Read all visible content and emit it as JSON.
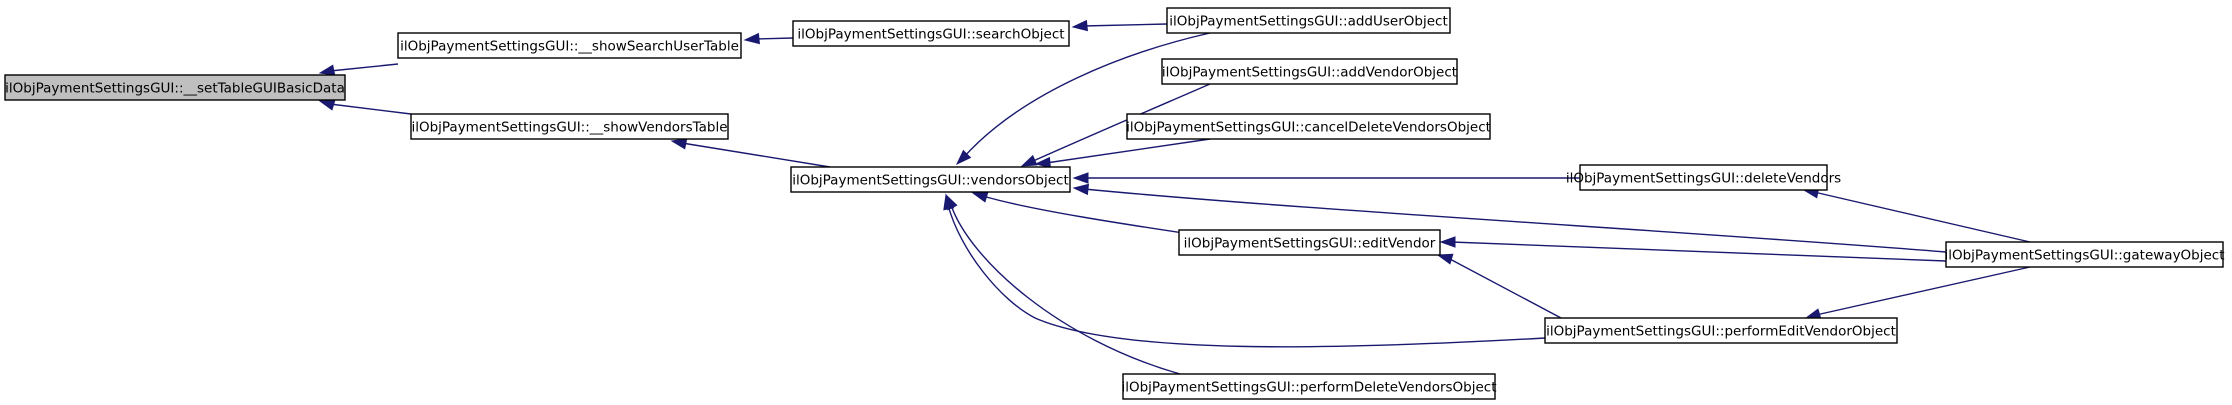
{
  "graph": {
    "nodes": [
      {
        "id": "setTableGUIBasicData",
        "label": "ilObjPaymentSettingsGUI::__setTableGUIBasicData",
        "root": true
      },
      {
        "id": "showSearchUserTable",
        "label": "ilObjPaymentSettingsGUI::__showSearchUserTable"
      },
      {
        "id": "showVendorsTable",
        "label": "ilObjPaymentSettingsGUI::__showVendorsTable"
      },
      {
        "id": "searchObject",
        "label": "ilObjPaymentSettingsGUI::searchObject"
      },
      {
        "id": "vendorsObject",
        "label": "ilObjPaymentSettingsGUI::vendorsObject"
      },
      {
        "id": "addUserObject",
        "label": "ilObjPaymentSettingsGUI::addUserObject"
      },
      {
        "id": "addVendorObject",
        "label": "ilObjPaymentSettingsGUI::addVendorObject"
      },
      {
        "id": "cancelDeleteVendorsObject",
        "label": "ilObjPaymentSettingsGUI::cancelDeleteVendorsObject"
      },
      {
        "id": "editVendor",
        "label": "ilObjPaymentSettingsGUI::editVendor"
      },
      {
        "id": "performDeleteVendorsObject",
        "label": "ilObjPaymentSettingsGUI::performDeleteVendorsObject"
      },
      {
        "id": "deleteVendors",
        "label": "ilObjPaymentSettingsGUI::deleteVendors"
      },
      {
        "id": "performEditVendorObject",
        "label": "ilObjPaymentSettingsGUI::performEditVendorObject"
      },
      {
        "id": "gatewayObject",
        "label": "ilObjPaymentSettingsGUI::gatewayObject"
      }
    ],
    "edges": [
      {
        "from": "showSearchUserTable",
        "to": "setTableGUIBasicData"
      },
      {
        "from": "showVendorsTable",
        "to": "setTableGUIBasicData"
      },
      {
        "from": "searchObject",
        "to": "showSearchUserTable"
      },
      {
        "from": "addUserObject",
        "to": "searchObject"
      },
      {
        "from": "vendorsObject",
        "to": "showVendorsTable"
      },
      {
        "from": "addUserObject",
        "to": "vendorsObject"
      },
      {
        "from": "addVendorObject",
        "to": "vendorsObject"
      },
      {
        "from": "cancelDeleteVendorsObject",
        "to": "vendorsObject"
      },
      {
        "from": "deleteVendors",
        "to": "vendorsObject"
      },
      {
        "from": "gatewayObject",
        "to": "vendorsObject"
      },
      {
        "from": "editVendor",
        "to": "vendorsObject"
      },
      {
        "from": "performEditVendorObject",
        "to": "vendorsObject"
      },
      {
        "from": "performDeleteVendorsObject",
        "to": "vendorsObject"
      },
      {
        "from": "gatewayObject",
        "to": "deleteVendors"
      },
      {
        "from": "gatewayObject",
        "to": "editVendor"
      },
      {
        "from": "performEditVendorObject",
        "to": "editVendor"
      },
      {
        "from": "gatewayObject",
        "to": "performEditVendorObject"
      }
    ]
  }
}
